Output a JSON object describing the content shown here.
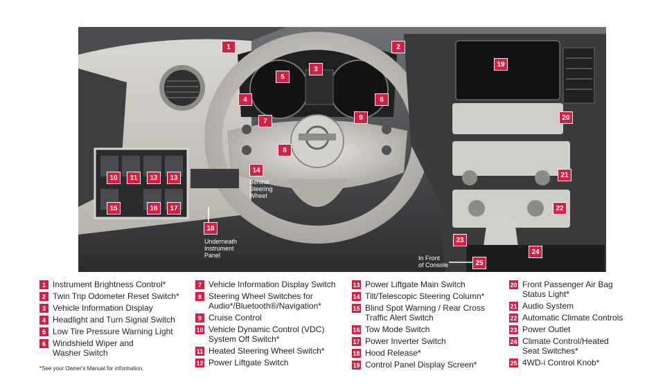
{
  "photo_labels": {
    "behind_wheel": "Behind\nSteering\nWheel",
    "underneath_panel": "Underneath\nInstrument\nPanel",
    "in_front_console": "In Front\nof Console"
  },
  "callouts": [
    "1",
    "2",
    "3",
    "4",
    "5",
    "6",
    "7",
    "8",
    "9",
    "10",
    "11",
    "12",
    "13",
    "14",
    "15",
    "16",
    "17",
    "18",
    "19",
    "20",
    "21",
    "22",
    "23",
    "24",
    "25"
  ],
  "legend": [
    {
      "num": "1",
      "text": "Instrument Brightness Control*"
    },
    {
      "num": "2",
      "text": "Twin Trip Odometer Reset Switch*"
    },
    {
      "num": "3",
      "text": "Vehicle Information Display"
    },
    {
      "num": "4",
      "text": "Headlight and Turn Signal Switch"
    },
    {
      "num": "5",
      "text": "Low Tire Pressure Warning Light"
    },
    {
      "num": "6",
      "text": "Windshield Wiper and\nWasher Switch"
    },
    {
      "num": "7",
      "text": "Vehicle Information Display Switch"
    },
    {
      "num": "8",
      "text": "Steering Wheel Switches for\nAudio*/Bluetooth®/Navigation*"
    },
    {
      "num": "9",
      "text": "Cruise Control"
    },
    {
      "num": "10",
      "text": "Vehicle Dynamic Control (VDC)\nSystem Off Switch*"
    },
    {
      "num": "11",
      "text": "Heated Steering Wheel Switch*"
    },
    {
      "num": "12",
      "text": "Power Liftgate Switch"
    },
    {
      "num": "13",
      "text": "Power Liftgate Main Switch"
    },
    {
      "num": "14",
      "text": "Tilt/Telescopic Steering Column*"
    },
    {
      "num": "15",
      "text": "Blind Spot Warning / Rear Cross\nTraffic Alert Switch"
    },
    {
      "num": "16",
      "text": "Tow Mode Switch"
    },
    {
      "num": "17",
      "text": "Power Inverter Switch"
    },
    {
      "num": "18",
      "text": "Hood Release*"
    },
    {
      "num": "19",
      "text": "Control Panel Display Screen*"
    },
    {
      "num": "20",
      "text": "Front Passenger Air Bag\nStatus Light*"
    },
    {
      "num": "21",
      "text": "Audio System"
    },
    {
      "num": "22",
      "text": "Automatic Climate Controls"
    },
    {
      "num": "23",
      "text": "Power Outlet"
    },
    {
      "num": "24",
      "text": "Climate Control/Heated\nSeat Switches*"
    },
    {
      "num": "25",
      "text": "4WD-i Control Knob*"
    }
  ],
  "footnote": "*See your Owner's Manual for information."
}
